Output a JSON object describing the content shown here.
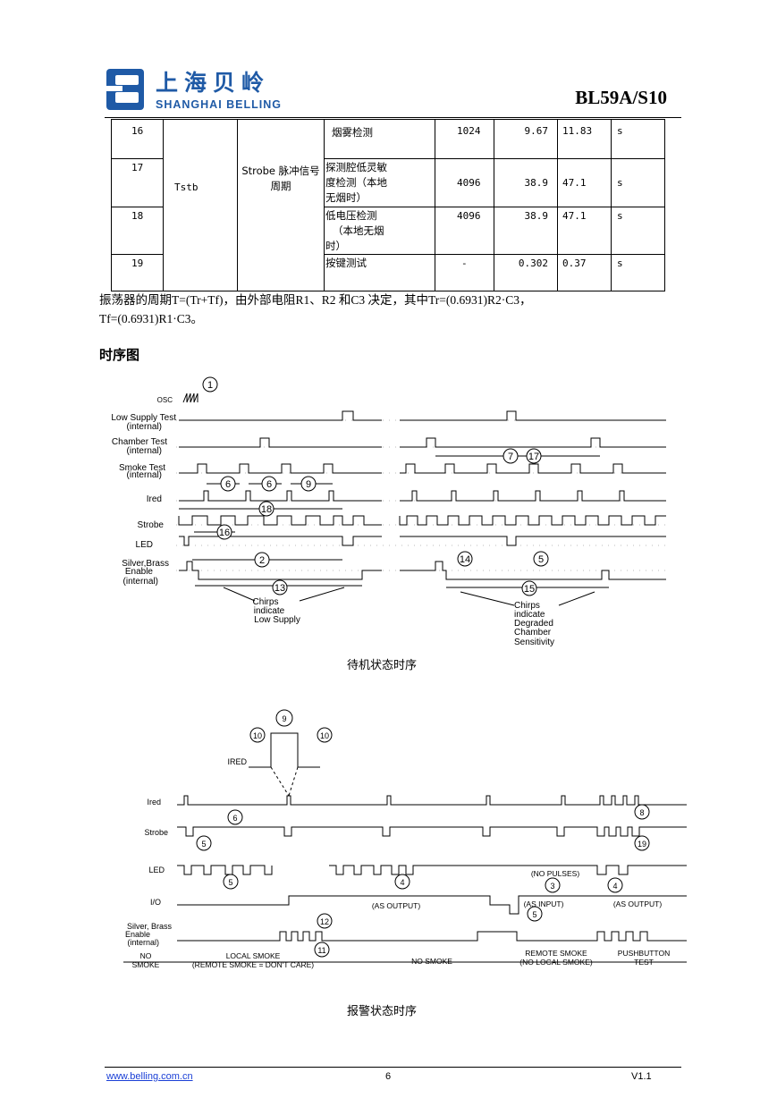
{
  "header": {
    "logo_cn": "上海贝岭",
    "logo_en": "SHANGHAI BELLING",
    "doc_id": "BL59A/S10"
  },
  "table": {
    "group_symbol": "Tstb",
    "group_name": "Strobe 脉冲信号周期",
    "rows": [
      {
        "no": "16",
        "cond": [
          "烟雾检测"
        ],
        "clk": "1024",
        "typ": "9.67",
        "max": "11.83",
        "unit": "s"
      },
      {
        "no": "17",
        "cond": [
          "探测腔低灵敏",
          "度检测（本地",
          "无烟时）"
        ],
        "clk": "4096",
        "typ": "38.9",
        "max": "47.1",
        "unit": "s"
      },
      {
        "no": "18",
        "cond": [
          "低电压检测",
          "（本地无烟",
          "时）"
        ],
        "clk": "4096",
        "typ": "38.9",
        "max": "47.1",
        "unit": "s"
      },
      {
        "no": "19",
        "cond": [
          "按键测试"
        ],
        "clk": "-",
        "typ": "0.302",
        "max": "0.37",
        "unit": "s"
      }
    ]
  },
  "paragraph": {
    "line1": "振荡器的周期T=(Tr+Tf)，由外部电阻R1、R2 和C3 决定，其中Tr=(0.6931)R2·C3，",
    "line2": "Tf=(0.6931)R1·C3。"
  },
  "section_title": "时序图",
  "diagram1": {
    "caption": "待机状态时序",
    "signals": [
      "OSC",
      "Low Supply Test",
      "(internal)",
      "Chamber Test",
      "(internal)",
      "Smoke Test",
      "(internal)",
      "Ired",
      "Strobe",
      "LED",
      "Silver,Brass",
      "Enable",
      "(internal)"
    ],
    "markers": [
      "1",
      "6",
      "6",
      "9",
      "18",
      "16",
      "2",
      "13",
      "7",
      "17",
      "14",
      "5",
      "15"
    ],
    "notes_left": [
      "Chirps",
      "indicate",
      "Low Supply"
    ],
    "notes_right": [
      "Chirps",
      "indicate",
      "Degraded",
      "Chamber",
      "Sensitivity"
    ]
  },
  "diagram2": {
    "caption": "报警状态时序",
    "signals": [
      "IRED",
      "Ired",
      "Strobe",
      "LED",
      "I/O",
      "Silver, Brass",
      "Enable",
      "(internal)"
    ],
    "markers": [
      "9",
      "10",
      "10",
      "6",
      "5",
      "8",
      "19",
      "5",
      "4",
      "3",
      "4",
      "5",
      "12",
      "11"
    ],
    "annotations": [
      "(AS OUTPUT)",
      "(NO PULSES)",
      "(AS INPUT)",
      "(AS OUTPUT)"
    ],
    "phases": [
      "NO",
      "SMOKE",
      "LOCAL SMOKE",
      "(REMOTE SMOKE = DON'T CARE)",
      "NO SMOKE",
      "REMOTE SMOKE",
      "(NO LOCAL SMOKE)",
      "PUSHBUTTON",
      "TEST"
    ]
  },
  "footer": {
    "url": "www.belling.com.cn",
    "page": "6",
    "version": "V1.1"
  }
}
